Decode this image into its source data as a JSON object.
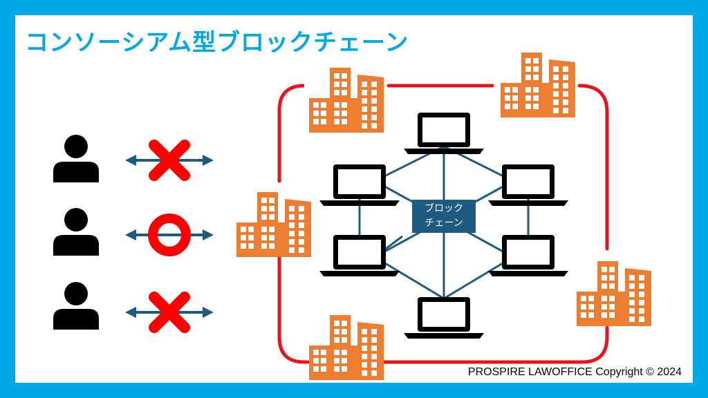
{
  "title": "コンソーシアム型ブロックチェーン",
  "chain_label": {
    "line1": "ブロック",
    "line2": "チェーン"
  },
  "copyright": "PROSPIRE LAWOFFICE Copyright © 2024",
  "colors": {
    "frame": "#00a8e8",
    "boundary": "#e8141c",
    "building": "#ed7d31",
    "link": "#1e5b80",
    "cross": "#ff0000",
    "circle": "#ff0000",
    "person": "#000000"
  },
  "users": [
    {
      "access": "denied",
      "marker": "cross-icon"
    },
    {
      "access": "allowed",
      "marker": "circle-icon"
    },
    {
      "access": "denied",
      "marker": "cross-icon"
    }
  ]
}
